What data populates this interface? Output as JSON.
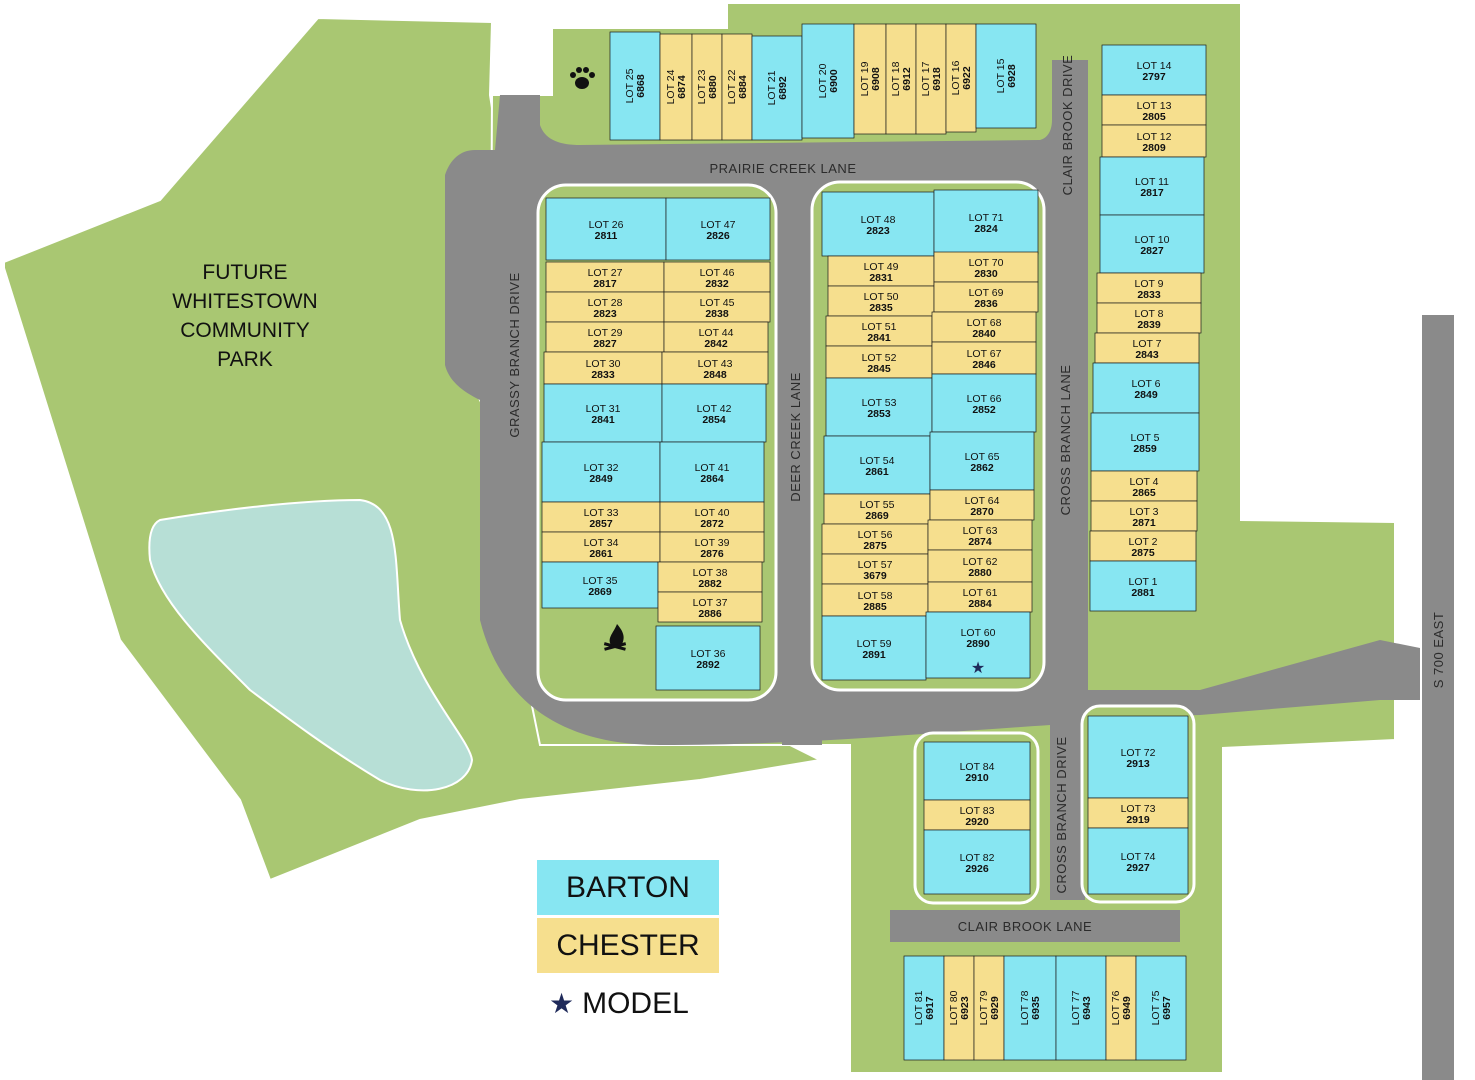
{
  "park_lines": [
    "FUTURE",
    "WHITESTOWN",
    "COMMUNITY",
    "PARK"
  ],
  "streets": {
    "prairie_creek_lane": "PRAIRIE CREEK LANE",
    "clair_brook_drive": "CLAIR BROOK DRIVE",
    "grassy_branch_drive": "GRASSY BRANCH DRIVE",
    "deer_creek_lane": "DEER CREEK LANE",
    "cross_branch_lane": "CROSS BRANCH LANE",
    "cross_branch_drive": "CROSS BRANCH DRIVE",
    "clair_brook_lane": "CLAIR BROOK LANE",
    "s_700_east": "S 700 EAST"
  },
  "legend": {
    "barton": "BARTON",
    "chester": "CHESTER",
    "model": "MODEL"
  },
  "colors": {
    "barton": "#87e6f2",
    "chester": "#f6df8e",
    "grass": "#a9c772",
    "road": "#8a8a8a",
    "pond": "#b7dfd6",
    "model_star": "#1f2a5a"
  },
  "lots": [
    {
      "id": "lot-25",
      "lot": "LOT 25",
      "addr": "6868",
      "type": "barton"
    },
    {
      "id": "lot-24",
      "lot": "LOT 24",
      "addr": "6874",
      "type": "chester"
    },
    {
      "id": "lot-23",
      "lot": "LOT 23",
      "addr": "6880",
      "type": "chester"
    },
    {
      "id": "lot-22",
      "lot": "LOT 22",
      "addr": "6884",
      "type": "chester"
    },
    {
      "id": "lot-21",
      "lot": "LOT 21",
      "addr": "6892",
      "type": "barton"
    },
    {
      "id": "lot-20",
      "lot": "LOT 20",
      "addr": "6900",
      "type": "barton"
    },
    {
      "id": "lot-19",
      "lot": "LOT 19",
      "addr": "6908",
      "type": "chester"
    },
    {
      "id": "lot-18",
      "lot": "LOT 18",
      "addr": "6912",
      "type": "chester"
    },
    {
      "id": "lot-17",
      "lot": "LOT 17",
      "addr": "6918",
      "type": "chester"
    },
    {
      "id": "lot-16",
      "lot": "LOT 16",
      "addr": "6922",
      "type": "chester"
    },
    {
      "id": "lot-15",
      "lot": "LOT 15",
      "addr": "6928",
      "type": "barton"
    },
    {
      "id": "lot-14",
      "lot": "LOT 14",
      "addr": "2797",
      "type": "barton"
    },
    {
      "id": "lot-13",
      "lot": "LOT 13",
      "addr": "2805",
      "type": "chester"
    },
    {
      "id": "lot-12",
      "lot": "LOT 12",
      "addr": "2809",
      "type": "chester"
    },
    {
      "id": "lot-11",
      "lot": "LOT 11",
      "addr": "2817",
      "type": "barton"
    },
    {
      "id": "lot-10",
      "lot": "LOT 10",
      "addr": "2827",
      "type": "barton"
    },
    {
      "id": "lot-9",
      "lot": "LOT 9",
      "addr": "2833",
      "type": "chester"
    },
    {
      "id": "lot-8",
      "lot": "LOT 8",
      "addr": "2839",
      "type": "chester"
    },
    {
      "id": "lot-7",
      "lot": "LOT 7",
      "addr": "2843",
      "type": "chester"
    },
    {
      "id": "lot-6",
      "lot": "LOT 6",
      "addr": "2849",
      "type": "barton"
    },
    {
      "id": "lot-5",
      "lot": "LOT 5",
      "addr": "2859",
      "type": "barton"
    },
    {
      "id": "lot-4",
      "lot": "LOT 4",
      "addr": "2865",
      "type": "chester"
    },
    {
      "id": "lot-3",
      "lot": "LOT 3",
      "addr": "2871",
      "type": "chester"
    },
    {
      "id": "lot-2",
      "lot": "LOT 2",
      "addr": "2875",
      "type": "chester"
    },
    {
      "id": "lot-1",
      "lot": "LOT 1",
      "addr": "2881",
      "type": "barton"
    },
    {
      "id": "lot-26",
      "lot": "LOT 26",
      "addr": "2811",
      "type": "barton"
    },
    {
      "id": "lot-47",
      "lot": "LOT 47",
      "addr": "2826",
      "type": "barton"
    },
    {
      "id": "lot-27",
      "lot": "LOT 27",
      "addr": "2817",
      "type": "chester"
    },
    {
      "id": "lot-46",
      "lot": "LOT 46",
      "addr": "2832",
      "type": "chester"
    },
    {
      "id": "lot-28",
      "lot": "LOT 28",
      "addr": "2823",
      "type": "chester"
    },
    {
      "id": "lot-45",
      "lot": "LOT 45",
      "addr": "2838",
      "type": "chester"
    },
    {
      "id": "lot-29",
      "lot": "LOT 29",
      "addr": "2827",
      "type": "chester"
    },
    {
      "id": "lot-44",
      "lot": "LOT 44",
      "addr": "2842",
      "type": "chester"
    },
    {
      "id": "lot-30",
      "lot": "LOT 30",
      "addr": "2833",
      "type": "chester"
    },
    {
      "id": "lot-43",
      "lot": "LOT 43",
      "addr": "2848",
      "type": "chester"
    },
    {
      "id": "lot-31",
      "lot": "LOT 31",
      "addr": "2841",
      "type": "barton"
    },
    {
      "id": "lot-42",
      "lot": "LOT 42",
      "addr": "2854",
      "type": "barton"
    },
    {
      "id": "lot-32",
      "lot": "LOT 32",
      "addr": "2849",
      "type": "barton"
    },
    {
      "id": "lot-41",
      "lot": "LOT 41",
      "addr": "2864",
      "type": "barton"
    },
    {
      "id": "lot-33",
      "lot": "LOT 33",
      "addr": "2857",
      "type": "chester"
    },
    {
      "id": "lot-40",
      "lot": "LOT 40",
      "addr": "2872",
      "type": "chester"
    },
    {
      "id": "lot-34",
      "lot": "LOT 34",
      "addr": "2861",
      "type": "chester"
    },
    {
      "id": "lot-39",
      "lot": "LOT 39",
      "addr": "2876",
      "type": "chester"
    },
    {
      "id": "lot-35",
      "lot": "LOT 35",
      "addr": "2869",
      "type": "barton"
    },
    {
      "id": "lot-38",
      "lot": "LOT 38",
      "addr": "2882",
      "type": "chester"
    },
    {
      "id": "lot-37",
      "lot": "LOT 37",
      "addr": "2886",
      "type": "chester"
    },
    {
      "id": "lot-36",
      "lot": "LOT 36",
      "addr": "2892",
      "type": "barton"
    },
    {
      "id": "lot-48",
      "lot": "LOT 48",
      "addr": "2823",
      "type": "barton"
    },
    {
      "id": "lot-71",
      "lot": "LOT 71",
      "addr": "2824",
      "type": "barton"
    },
    {
      "id": "lot-49",
      "lot": "LOT 49",
      "addr": "2831",
      "type": "chester"
    },
    {
      "id": "lot-70",
      "lot": "LOT 70",
      "addr": "2830",
      "type": "chester"
    },
    {
      "id": "lot-50",
      "lot": "LOT 50",
      "addr": "2835",
      "type": "chester"
    },
    {
      "id": "lot-69",
      "lot": "LOT 69",
      "addr": "2836",
      "type": "chester"
    },
    {
      "id": "lot-51",
      "lot": "LOT 51",
      "addr": "2841",
      "type": "chester"
    },
    {
      "id": "lot-68",
      "lot": "LOT 68",
      "addr": "2840",
      "type": "chester"
    },
    {
      "id": "lot-52",
      "lot": "LOT 52",
      "addr": "2845",
      "type": "chester"
    },
    {
      "id": "lot-67",
      "lot": "LOT 67",
      "addr": "2846",
      "type": "chester"
    },
    {
      "id": "lot-53",
      "lot": "LOT 53",
      "addr": "2853",
      "type": "barton"
    },
    {
      "id": "lot-66",
      "lot": "LOT 66",
      "addr": "2852",
      "type": "barton"
    },
    {
      "id": "lot-54",
      "lot": "LOT 54",
      "addr": "2861",
      "type": "barton"
    },
    {
      "id": "lot-65",
      "lot": "LOT 65",
      "addr": "2862",
      "type": "barton"
    },
    {
      "id": "lot-55",
      "lot": "LOT 55",
      "addr": "2869",
      "type": "chester"
    },
    {
      "id": "lot-64",
      "lot": "LOT 64",
      "addr": "2870",
      "type": "chester"
    },
    {
      "id": "lot-56",
      "lot": "LOT 56",
      "addr": "2875",
      "type": "chester"
    },
    {
      "id": "lot-63",
      "lot": "LOT 63",
      "addr": "2874",
      "type": "chester"
    },
    {
      "id": "lot-57",
      "lot": "LOT 57",
      "addr": "3679",
      "type": "chester"
    },
    {
      "id": "lot-62",
      "lot": "LOT 62",
      "addr": "2880",
      "type": "chester"
    },
    {
      "id": "lot-58",
      "lot": "LOT 58",
      "addr": "2885",
      "type": "chester"
    },
    {
      "id": "lot-61",
      "lot": "LOT 61",
      "addr": "2884",
      "type": "chester"
    },
    {
      "id": "lot-59",
      "lot": "LOT 59",
      "addr": "2891",
      "type": "barton"
    },
    {
      "id": "lot-60",
      "lot": "LOT 60",
      "addr": "2890",
      "type": "barton",
      "model": true
    },
    {
      "id": "lot-84",
      "lot": "LOT 84",
      "addr": "2910",
      "type": "barton"
    },
    {
      "id": "lot-83",
      "lot": "LOT 83",
      "addr": "2920",
      "type": "chester"
    },
    {
      "id": "lot-82",
      "lot": "LOT 82",
      "addr": "2926",
      "type": "barton"
    },
    {
      "id": "lot-72",
      "lot": "LOT 72",
      "addr": "2913",
      "type": "barton"
    },
    {
      "id": "lot-73",
      "lot": "LOT 73",
      "addr": "2919",
      "type": "chester"
    },
    {
      "id": "lot-74",
      "lot": "LOT 74",
      "addr": "2927",
      "type": "barton"
    },
    {
      "id": "lot-81",
      "lot": "LOT 81",
      "addr": "6917",
      "type": "barton"
    },
    {
      "id": "lot-80",
      "lot": "LOT 80",
      "addr": "6923",
      "type": "chester"
    },
    {
      "id": "lot-79",
      "lot": "LOT 79",
      "addr": "6929",
      "type": "chester"
    },
    {
      "id": "lot-78",
      "lot": "LOT 78",
      "addr": "6935",
      "type": "barton"
    },
    {
      "id": "lot-77",
      "lot": "LOT 77",
      "addr": "6943",
      "type": "barton"
    },
    {
      "id": "lot-76",
      "lot": "LOT 76",
      "addr": "6949",
      "type": "chester"
    },
    {
      "id": "lot-75",
      "lot": "LOT 75",
      "addr": "6957",
      "type": "barton"
    }
  ]
}
